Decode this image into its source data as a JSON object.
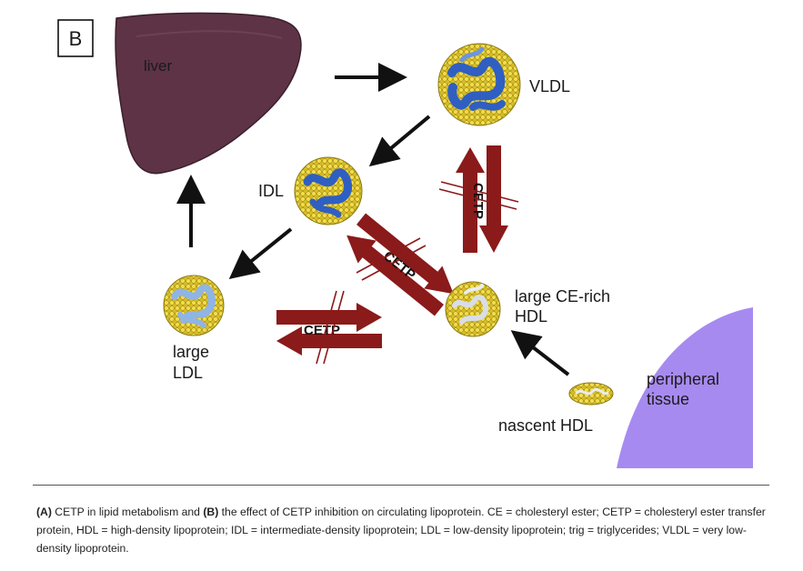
{
  "figure": {
    "panel_label": "B",
    "nodes": {
      "liver": "liver",
      "vldl": "VLDL",
      "idl": "IDL",
      "large_ldl_line1": "large",
      "large_ldl_line2": "LDL",
      "large_hdl_line1": "large CE-rich",
      "large_hdl_line2": "HDL",
      "nascent_hdl": "nascent HDL",
      "peripheral_line1": "peripheral",
      "peripheral_line2": "tissue"
    },
    "cetp_labels": {
      "ldl_hdl": "CETP",
      "idl_hdl": "CETP",
      "vldl_hdl": "CETP"
    }
  },
  "caption": {
    "part_a_marker": "(A)",
    "part_a_text": " CETP in lipid metabolism and ",
    "part_b_marker": "(B)",
    "part_b_text": " the effect of CETP inhibition on circulating lipoprotein. CE = cholesteryl ester; CETP = cholesteryl ester transfer protein, HDL = high-density lipoprotein; IDL = intermediate-density lipoprotein; LDL = low-density lipoprotein; trig = triglycerides; VLDL = very low-density lipoprotein."
  },
  "colors": {
    "liver": "#5e3346",
    "cetp_arrow": "#8b1a1a",
    "peripheral_tissue": "#a78af0",
    "particle_shell": "#e7cf3a",
    "particle_core": "#3d6fd0"
  }
}
